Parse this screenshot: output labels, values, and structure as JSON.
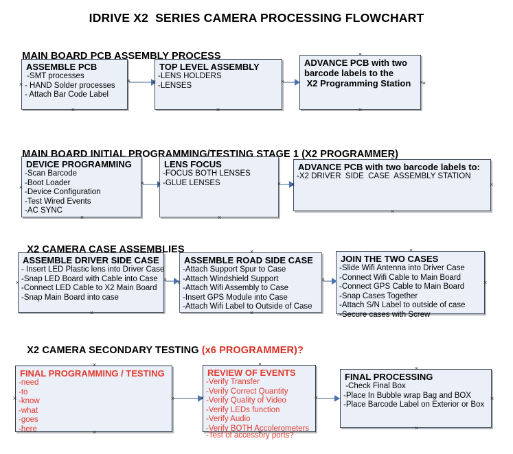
{
  "title": "IDRIVE X2  SERIES CAMERA PROCESSING FLOWCHART",
  "colors": {
    "box_fill": "#eaeff8",
    "box_border": "#3d4a56",
    "connector": "#9bb0c7",
    "arrowhead": "#4a72b0",
    "accent_red": "#e23b2e",
    "text": "#000000"
  },
  "sections": [
    {
      "header": "MAIN BOARD PCB ASSEMBLY PROCESS",
      "header_accent": "",
      "boxes": [
        {
          "title": "ASSEMBLE PCB",
          "lines": [
            " -SMT processes",
            "- HAND Solder processes",
            "- Attach Bar Code Label"
          ]
        },
        {
          "title": "TOP LEVEL ASSEMBLY",
          "lines": [
            "-LENS HOLDERS",
            "-LENSES"
          ]
        },
        {
          "title": "ADVANCE PCB with two",
          "lines": [
            "barcode labels to the",
            " X2 Programming Station"
          ]
        }
      ]
    },
    {
      "header": "MAIN BOARD INITIAL PROGRAMMING/TESTING STAGE 1 (X2 PROGRAMMER)",
      "header_accent": "",
      "boxes": [
        {
          "title": "DEVICE PROGRAMMING",
          "lines": [
            "-Scan Barcode",
            "-Boot Loader",
            "-Device Configuration",
            "-Test Wired Events",
            "-AC SYNC"
          ]
        },
        {
          "title": "LENS FOCUS",
          "lines": [
            "-FOCUS BOTH LENSES",
            "-GLUE LENSES"
          ]
        },
        {
          "title": "ADVANCE PCB with two barcode labels to:",
          "lines": [
            "-X2 DRIVER  SIDE  CASE  ASSEMBLY STATION"
          ]
        }
      ]
    },
    {
      "header": "X2 CAMERA CASE ASSEMBLIES",
      "header_accent": "",
      "boxes": [
        {
          "title": "ASSEMBLE DRIVER SIDE CASE",
          "lines": [
            "- Insert LED Plastic lens into Driver Case",
            "-Snap LED Board with Cable into Case",
            "-Connect LED Cable to X2 Main Board",
            "-Snap Main Board into case"
          ]
        },
        {
          "title": "ASSEMBLE ROAD SIDE CASE",
          "lines": [
            "-Attach Support Spur to Case",
            "-Attach Windshield Support",
            "-Attach Wifi Assembly to Case",
            "-Insert GPS Module into Case",
            "-Attach Wifi Label to Outside of Case"
          ]
        },
        {
          "title": "JOIN THE TWO CASES",
          "lines": [
            "-Slide Wifi Antenna into Driver Case",
            "-Connect Wifi Cable to Main Board",
            "-Connect GPS Cable to Main Board",
            "-Snap Cases Together",
            "-Attach S/N Label to outside of case",
            "-Secure cases with Screw"
          ]
        }
      ]
    },
    {
      "header": "X2 CAMERA SECONDARY TESTING ",
      "header_accent": "(x6 PROGRAMMER)?",
      "boxes": [
        {
          "title": "FINAL PROGRAMMING / TESTING",
          "lines": [
            "-need",
            "-to",
            "-know",
            "-what",
            "-goes",
            "-here"
          ]
        },
        {
          "title": "REVIEW OF EVENTS",
          "lines": [
            "-Verify Transfer",
            "-Verify Correct Quantity",
            "-Verify Quality of Video",
            "-Verify LEDs function",
            "-Verify Audio",
            "-Verify BOTH Accolerometers"
          ],
          "overflow_line": "-Test of accessory ports?"
        },
        {
          "title": "FINAL PROCESSING",
          "lines": [
            " -Check Final Box",
            "-Place In Bubble wrap Bag and BOX",
            "-Place Barcode Label on Exterior or Box"
          ]
        }
      ]
    }
  ]
}
